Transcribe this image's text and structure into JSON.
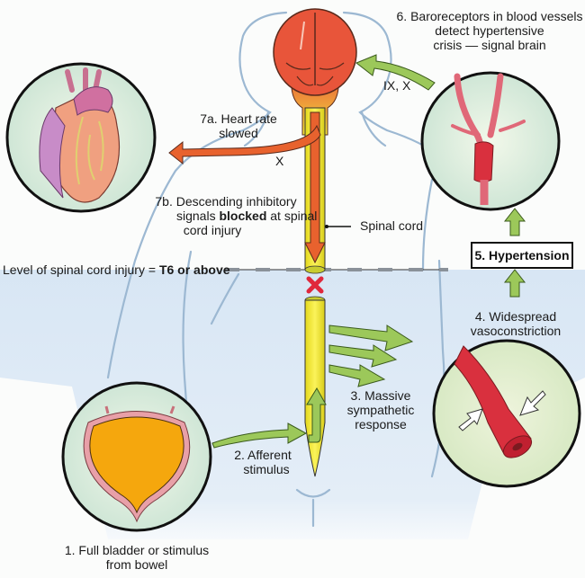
{
  "title": "Autonomic dysreflexia pathway",
  "colors": {
    "background": "#fbfcfb",
    "lower_body_fill": "#dce8f5",
    "body_outline": "#9cb8d2",
    "brain": "#e8553a",
    "spinal_cord": "#f0e62a",
    "inhibitory_arrow": "#e8622e",
    "excitatory_arrow": "#9cc85a",
    "injury_mark": "#e0283c",
    "injury_line": "#8a9199",
    "bladder": "#f5a70d",
    "vessel": "#d9303e"
  },
  "labels": {
    "step1_line1": "1. Full bladder or stimulus",
    "step1_line2": "from bowel",
    "step2_line1": "2. Afferent",
    "step2_line2": "stimulus",
    "step3_line1": "3. Massive",
    "step3_line2": "sympathetic",
    "step3_line3": "response",
    "step4_line1": "4. Widespread",
    "step4_line2": "vasoconstriction",
    "step5": "5. Hypertension",
    "step6_line1": "6. Baroreceptors in blood vessels",
    "step6_line2": "detect hypertensive",
    "step6_line3": "crisis — signal brain",
    "step6_nerves": "IX, X",
    "step7a_line1": "7a. Heart rate",
    "step7a_line2": "slowed",
    "step7a_nerve": "X",
    "step7b_line1": "7b. Descending inhibitory",
    "step7b_line2_pre": "signals ",
    "step7b_line2_bold": "blocked",
    "step7b_line2_post": " at spinal",
    "step7b_line3": "cord injury",
    "spinal_cord": "Spinal cord",
    "injury_level_pre": "Level of spinal cord injury = ",
    "injury_level_bold": "T6 or above"
  }
}
